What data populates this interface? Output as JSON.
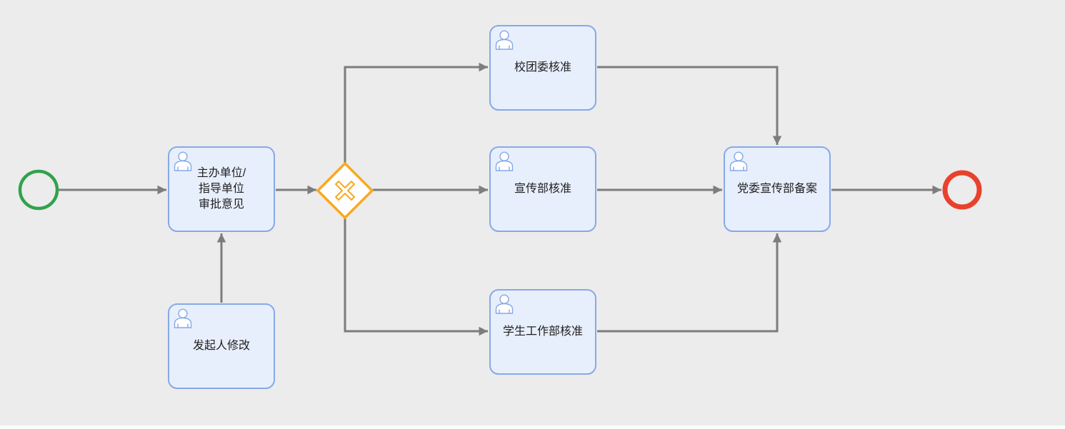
{
  "diagram": {
    "kind": "bpmn-workflow-canvas",
    "background_color": "#ececec",
    "colors": {
      "task_fill": "#e8effc",
      "task_border": "#86a9e8",
      "connector": "#7d7d7d",
      "gateway_accent": "#f9a91e",
      "start_event": "#31a24c",
      "end_event": "#e8422d",
      "label_text": "#1f1f1f"
    },
    "start_event": {
      "label": "",
      "shape": "circle"
    },
    "end_event": {
      "label": "",
      "shape": "circle"
    },
    "gateway": {
      "type": "exclusive-xor",
      "symbol": "X"
    },
    "tasks": [
      {
        "id": "host-approval",
        "label": "主办单位/\n指导单位\n审批意见",
        "icon": "user"
      },
      {
        "id": "initiator-modify",
        "label": "发起人修改",
        "icon": "user"
      },
      {
        "id": "youth-league-approve",
        "label": "校团委核准",
        "icon": "user"
      },
      {
        "id": "propaganda-approve",
        "label": "宣传部核准",
        "icon": "user"
      },
      {
        "id": "student-work-approve",
        "label": "学生工作部核准",
        "icon": "user"
      },
      {
        "id": "party-propaganda-filing",
        "label": "党委宣传部备案",
        "icon": "user"
      }
    ],
    "flows": [
      {
        "from": "start",
        "to": "host-approval"
      },
      {
        "from": "initiator-modify",
        "to": "host-approval"
      },
      {
        "from": "host-approval",
        "to": "gateway"
      },
      {
        "from": "gateway",
        "to": "youth-league-approve"
      },
      {
        "from": "gateway",
        "to": "propaganda-approve"
      },
      {
        "from": "gateway",
        "to": "student-work-approve"
      },
      {
        "from": "youth-league-approve",
        "to": "party-propaganda-filing"
      },
      {
        "from": "propaganda-approve",
        "to": "party-propaganda-filing"
      },
      {
        "from": "student-work-approve",
        "to": "party-propaganda-filing"
      },
      {
        "from": "party-propaganda-filing",
        "to": "end"
      }
    ]
  }
}
